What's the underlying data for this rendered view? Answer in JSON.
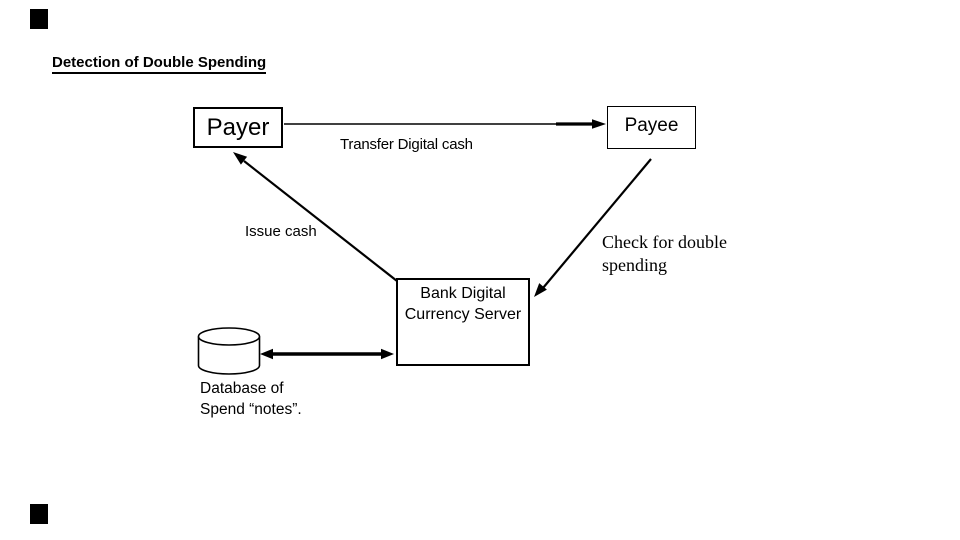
{
  "slide": {
    "title": "Detection of Double Spending",
    "background": "#ffffff",
    "ink": "#000000"
  },
  "nodes": {
    "payer": {
      "label": "Payer"
    },
    "payee": {
      "label": "Payee"
    },
    "bank": {
      "line1": "Bank Digital",
      "line2": "Currency Server"
    }
  },
  "edges": {
    "transfer": {
      "label": "Transfer Digital cash",
      "from": "Payer",
      "to": "Payee"
    },
    "issue": {
      "label": "Issue cash",
      "from": "Bank Digital Currency Server",
      "to": "Payer"
    },
    "check": {
      "label_line1": "Check for double",
      "label_line2": "spending",
      "from": "Payee",
      "to": "Bank Digital Currency Server"
    },
    "database": {
      "label": "",
      "from": "Database",
      "to": "Bank Digital Currency Server",
      "double_headed": true
    }
  },
  "database": {
    "icon": "database-cylinder-icon",
    "label_line1": "Database of",
    "label_line2": "Spend “notes”."
  }
}
